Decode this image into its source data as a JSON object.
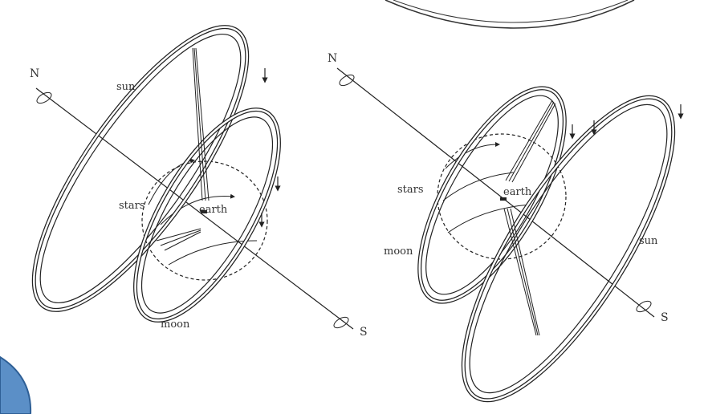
{
  "diagrams": [
    {
      "id": "left",
      "labels": {
        "north": "N",
        "south": "S",
        "sun": "sun",
        "stars": "stars",
        "earth": "earth",
        "moon": "moon"
      }
    },
    {
      "id": "right",
      "labels": {
        "north": "N",
        "south": "S",
        "sun": "sun",
        "stars": "stars",
        "earth": "earth",
        "moon": "moon"
      }
    }
  ],
  "colors": {
    "ink": "#222222",
    "ring_fill": "#ffffff",
    "corner_blue": "#5b8fc7",
    "corner_blue_edge": "#2e5f96"
  }
}
